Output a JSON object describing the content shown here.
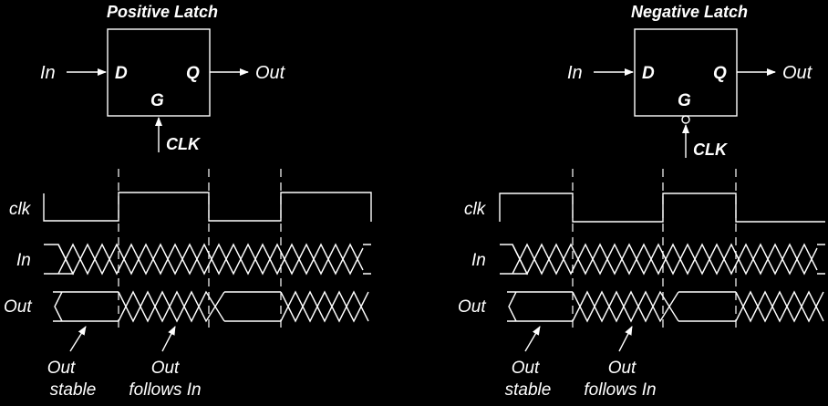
{
  "panels": [
    {
      "title": "Positive Latch",
      "input_label": "In",
      "output_label": "Out",
      "pin_d": "D",
      "pin_q": "Q",
      "pin_g": "G",
      "clock_label": "CLK",
      "inverted_clock": false,
      "signals": [
        "clk",
        "In",
        "Out"
      ],
      "annotation_stable": [
        "Out",
        "stable"
      ],
      "annotation_follows": [
        "Out",
        "follows In"
      ]
    },
    {
      "title": "Negative Latch",
      "input_label": "In",
      "output_label": "Out",
      "pin_d": "D",
      "pin_q": "Q",
      "pin_g": "G",
      "clock_label": "CLK",
      "inverted_clock": true,
      "signals": [
        "clk",
        "In",
        "Out"
      ],
      "annotation_stable": [
        "Out",
        "stable"
      ],
      "annotation_follows": [
        "Out",
        "follows In"
      ]
    }
  ]
}
